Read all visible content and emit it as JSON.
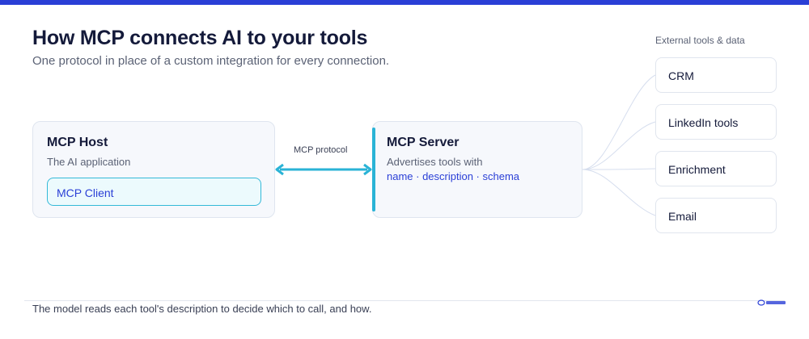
{
  "header": {
    "title": "How MCP connects AI to your tools",
    "subtitle": "One protocol in place of a custom integration for every connection."
  },
  "host": {
    "title": "MCP Host",
    "subtitle": "The AI application",
    "client_label": "MCP Client"
  },
  "protocol": {
    "label": "MCP protocol"
  },
  "server": {
    "title": "MCP Server",
    "subtitle": "Advertises tools with",
    "fields": "name · description · schema"
  },
  "external": {
    "label": "External tools & data",
    "tools": [
      {
        "label": "CRM"
      },
      {
        "label": "LinkedIn tools"
      },
      {
        "label": "Enrichment"
      },
      {
        "label": "Email"
      }
    ]
  },
  "footer": {
    "note": "The model reads each tool's description to decide which to call, and how."
  },
  "colors": {
    "accent_blue": "#2a3fd6",
    "accent_cyan": "#2ab3d6",
    "title_text": "#141a3a"
  },
  "icons": {
    "brand_logo": "brand-logo-icon"
  }
}
